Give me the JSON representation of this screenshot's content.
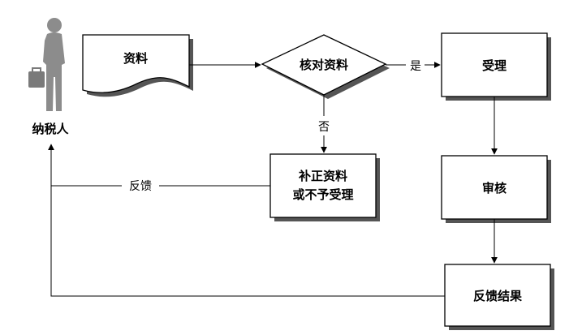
{
  "nodes": {
    "taxpayer": "纳税人",
    "documents": "资料",
    "verify": "核对资料",
    "accept": "受理",
    "supplement_line1": "补正资料",
    "supplement_line2": "或不予受理",
    "review": "审核",
    "feedback_result": "反馈结果"
  },
  "edges": {
    "yes": "是",
    "no": "否",
    "feedback": "反馈"
  },
  "colors": {
    "shadow": "#555555",
    "figure": "#8c8c8c",
    "line": "#000000",
    "fill": "#ffffff"
  }
}
